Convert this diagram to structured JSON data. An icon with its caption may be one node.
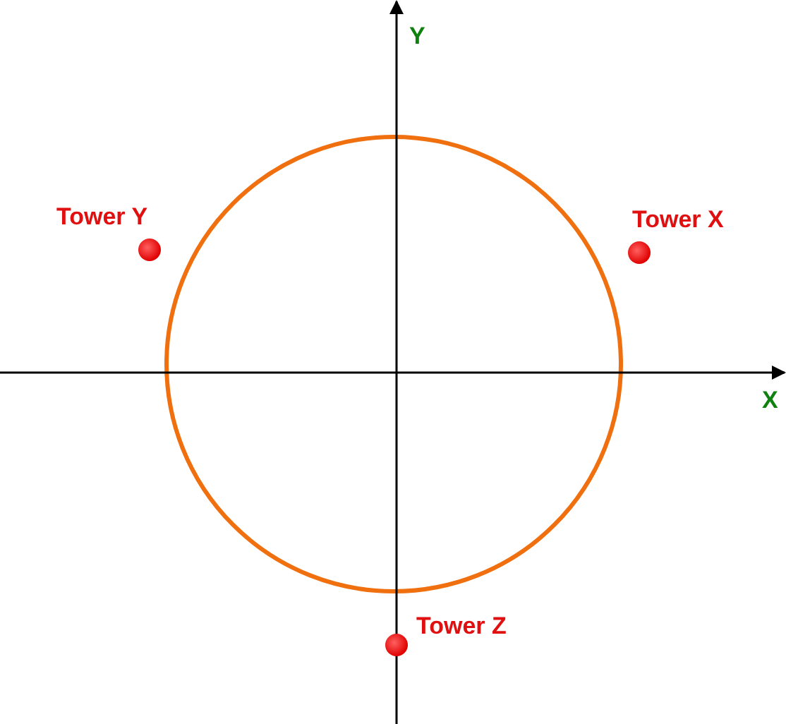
{
  "diagram": {
    "nodes": [
      {
        "text": [
          "Tower Y"
        ]
      },
      {
        "text": [
          "Tower X"
        ]
      },
      {
        "text": [
          "Tower Z"
        ]
      }
    ],
    "labels": [
      "Y",
      "X"
    ]
  }
}
